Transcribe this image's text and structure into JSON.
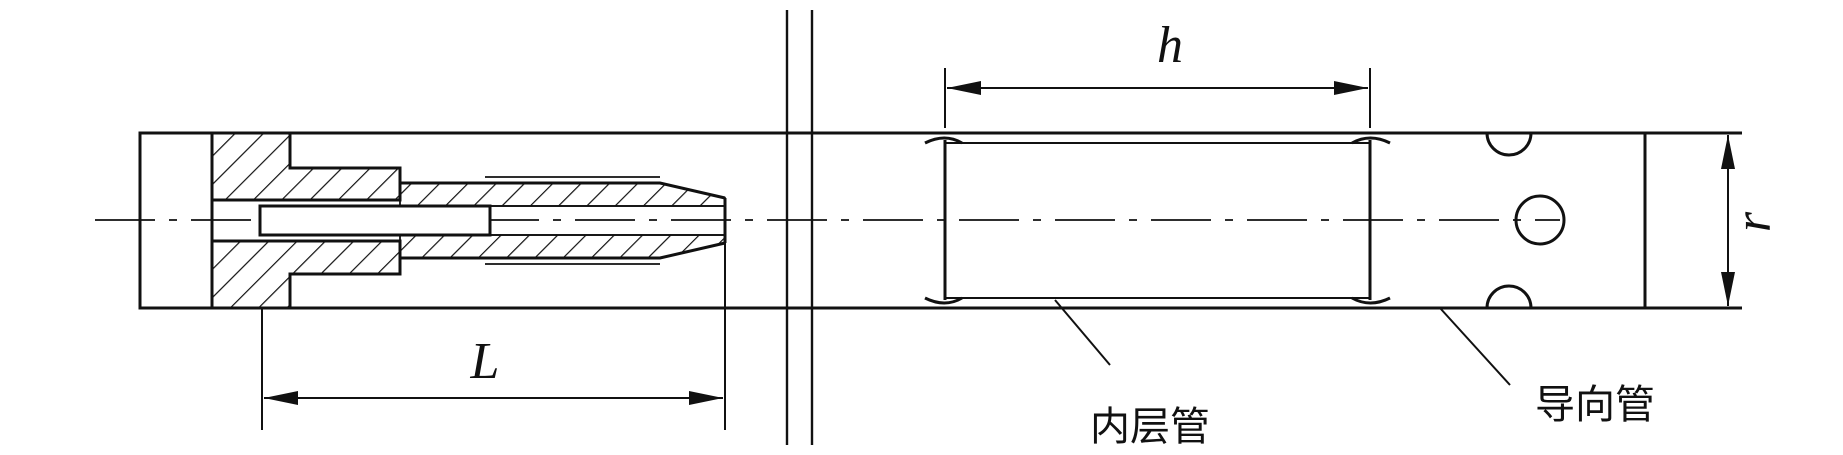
{
  "dimensions": {
    "h": "h",
    "L": "L",
    "r": "r"
  },
  "labels": {
    "inner_tube": "内层管",
    "guide_tube": "导向管"
  },
  "colors": {
    "line": "#111111",
    "background": "#ffffff"
  }
}
